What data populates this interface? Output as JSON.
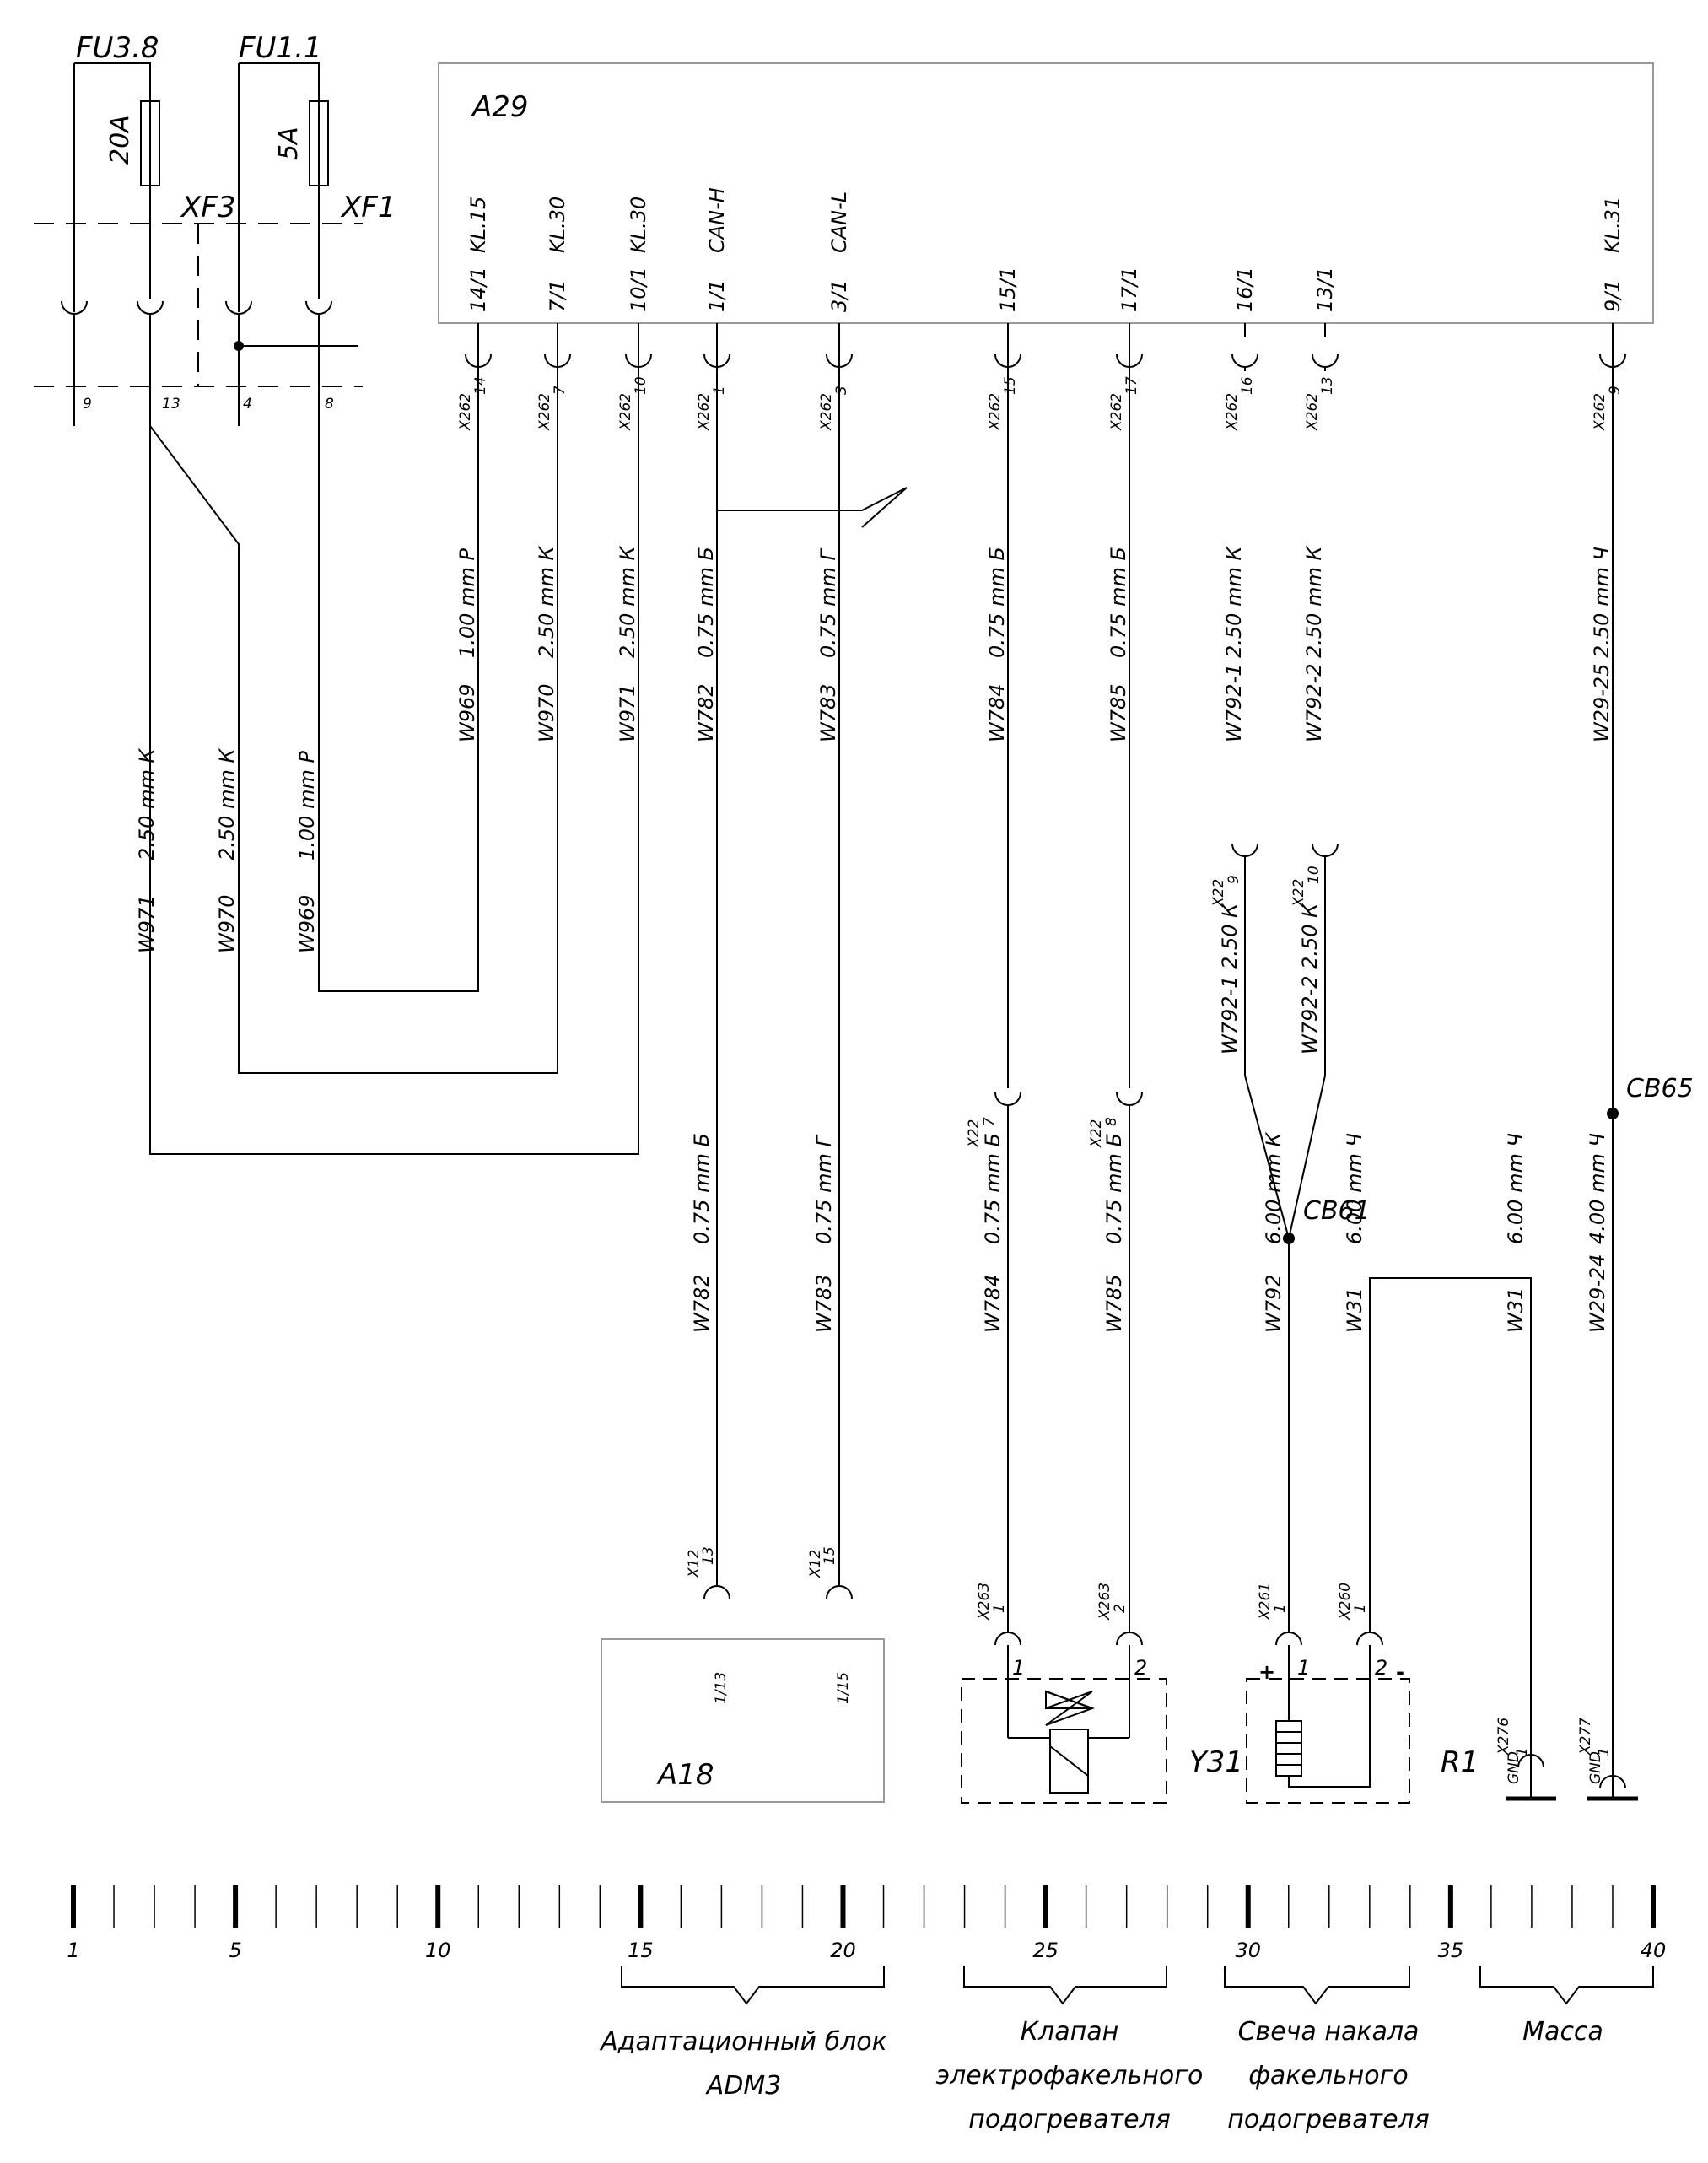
{
  "fuses": {
    "fu38": {
      "label": "FU3.8",
      "rating": "20A"
    },
    "fu11": {
      "label": "FU1.1",
      "rating": "5A"
    }
  },
  "connectors_top": {
    "xf3": "XF3",
    "xf1": "XF1",
    "pins": [
      "9",
      "13",
      "4",
      "8"
    ]
  },
  "a29": {
    "label": "A29",
    "pins": [
      {
        "pin": "14/1",
        "func": "KL.15",
        "conn": "X262",
        "connpin": "14",
        "wire": "W969",
        "spec": "1.00 mm Р"
      },
      {
        "pin": "7/1",
        "func": "KL.30",
        "conn": "X262",
        "connpin": "7",
        "wire": "W970",
        "spec": "2.50 mm К"
      },
      {
        "pin": "10/1",
        "func": "KL.30",
        "conn": "X262",
        "connpin": "10",
        "wire": "W971",
        "spec": "2.50 mm К"
      },
      {
        "pin": "1/1",
        "func": "CAN-H",
        "conn": "X262",
        "connpin": "1",
        "wire": "W782",
        "spec": "0.75 mm Б"
      },
      {
        "pin": "3/1",
        "func": "CAN-L",
        "conn": "X262",
        "connpin": "3",
        "wire": "W783",
        "spec": "0.75 mm Г"
      },
      {
        "pin": "15/1",
        "func": "",
        "conn": "X262",
        "connpin": "15",
        "wire": "W784",
        "spec": "0.75 mm Б"
      },
      {
        "pin": "17/1",
        "func": "",
        "conn": "X262",
        "connpin": "17",
        "wire": "W785",
        "spec": "0.75 mm Б"
      },
      {
        "pin": "16/1",
        "func": "",
        "conn": "X262",
        "connpin": "16",
        "wire": "W792-1",
        "spec": "2.50 mm К"
      },
      {
        "pin": "13/1",
        "func": "",
        "conn": "X262",
        "connpin": "13",
        "wire": "W792-2",
        "spec": "2.50 mm К"
      },
      {
        "pin": "9/1",
        "func": "KL.31",
        "conn": "X262",
        "connpin": "9",
        "wire": "W29-25",
        "spec": "2.50 mm Ч"
      }
    ]
  },
  "left_wires": [
    {
      "wire": "W971",
      "spec": "2.50 mm К"
    },
    {
      "wire": "W970",
      "spec": "2.50 mm К"
    },
    {
      "wire": "W969",
      "spec": "1.00 mm Р"
    }
  ],
  "x22": {
    "wire1": {
      "text": "W792-1  2.50  К",
      "conn": "X22",
      "pin": "9"
    },
    "wire2": {
      "text": "W792-2  2.50  К",
      "conn": "X22",
      "pin": "10"
    },
    "c7": {
      "conn": "X22",
      "pin": "7"
    },
    "c8": {
      "conn": "X22",
      "pin": "8"
    }
  },
  "splices": {
    "cb65": "CB65",
    "cb61": "CB61"
  },
  "lower_wires": [
    {
      "wire": "W782",
      "spec": "0.75 mm Б"
    },
    {
      "wire": "W783",
      "spec": "0.75 mm Г"
    },
    {
      "wire": "W784",
      "spec": "0.75 mm Б"
    },
    {
      "wire": "W785",
      "spec": "0.75 mm Б"
    },
    {
      "wire": "W792",
      "spec": "6.00 mm К"
    },
    {
      "wire": "W31",
      "spec": "6.00 mm Ч"
    },
    {
      "wire": "W31",
      "spec": "6.00 mm Ч"
    },
    {
      "wire": "W29-24",
      "spec": "4.00 mm Ч"
    }
  ],
  "a18": {
    "label": "A18",
    "conn": "X12",
    "pin1": "13",
    "pin2": "15",
    "p1": "1/13",
    "p2": "1/15"
  },
  "y31": {
    "label": "Y31",
    "conn": "X263",
    "pin1": "1",
    "pin2": "2",
    "p1": "1",
    "p2": "2"
  },
  "r1": {
    "label": "R1",
    "conn1": "X261",
    "conn2": "X260",
    "pin": "1",
    "p1": "1",
    "p2": "2",
    "plus": "+",
    "minus": "-"
  },
  "ground": {
    "g1": {
      "conn": "X276",
      "label": "GND",
      "pin": "1"
    },
    "g2": {
      "conn": "X277",
      "label": "GND",
      "pin": "1"
    }
  },
  "scale": {
    "labels": [
      "1",
      "5",
      "10",
      "15",
      "20",
      "25",
      "30",
      "35",
      "40"
    ]
  },
  "groups": {
    "adm3": {
      "line1": "Адаптационный блок",
      "line2": "ADM3"
    },
    "valve": {
      "line1": "Клапан",
      "line2": "электрофакельного",
      "line3": "подогревателя"
    },
    "plug": {
      "line1": "Свеча накала",
      "line2": "факельного",
      "line3": "подогревателя"
    },
    "mass": {
      "line1": "Масса"
    }
  }
}
